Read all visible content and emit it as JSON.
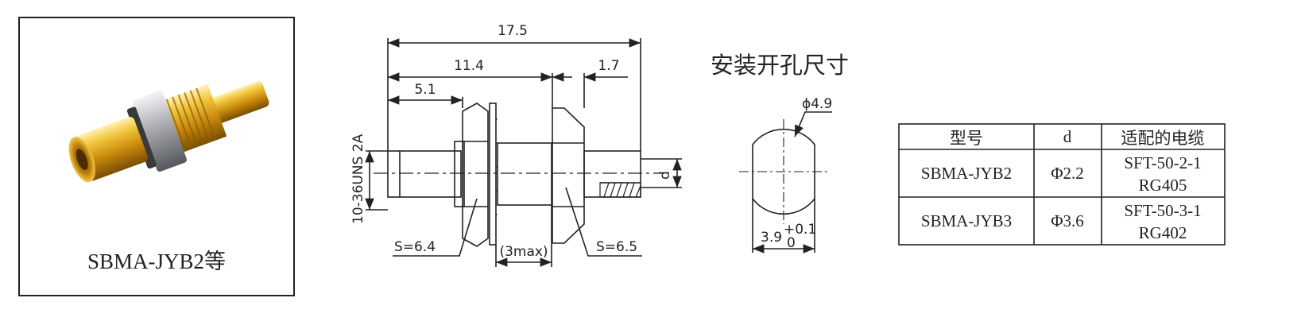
{
  "product": {
    "model_caption": "SBMA-JYB2等"
  },
  "drawing": {
    "overall_length": "17.5",
    "length_a": "11.4",
    "length_b": "1.7",
    "length_c": "5.1",
    "thread": "10-36UNS 2A",
    "hex_nut": "S=6.4",
    "hex_body": "S=6.5",
    "panel_max": "(3max)",
    "d_label": "d"
  },
  "mounting_hole": {
    "title": "安装开孔尺寸",
    "diameter": "ϕ4.9",
    "width_main": "3.9",
    "tol_plus": "+0.1",
    "tol_zero": "0"
  },
  "spec_table": {
    "headers": [
      "型号",
      "d",
      "适配的电缆"
    ],
    "rows": [
      {
        "model": "SBMA-JYB2",
        "d": "Φ2.2",
        "cable_1": "SFT-50-2-1",
        "cable_2": "RG405"
      },
      {
        "model": "SBMA-JYB3",
        "d": "Φ3.6",
        "cable_1": "SFT-50-3-1",
        "cable_2": "RG402"
      }
    ]
  },
  "colors": {
    "line": "#222222",
    "gold": "#d9a21b",
    "silver": "#a8aab0"
  }
}
